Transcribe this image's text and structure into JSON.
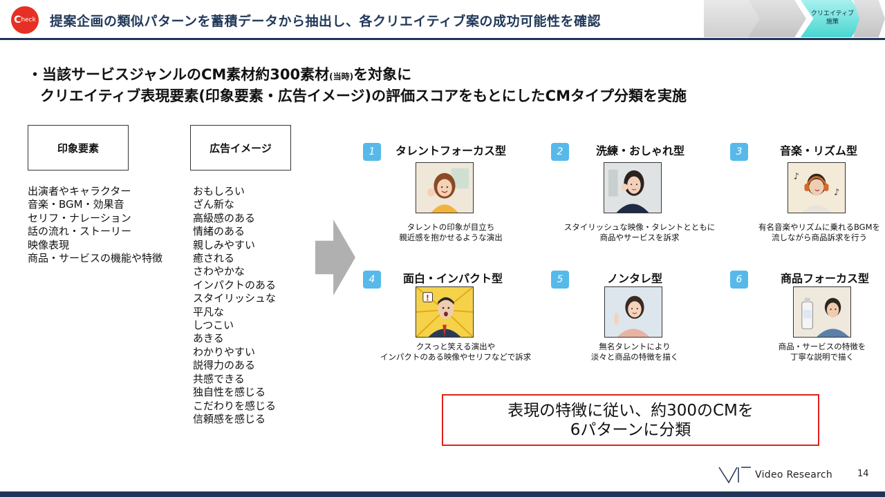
{
  "header": {
    "badge_big": "C",
    "badge_small": "heck",
    "title": "提案企画の類似パターンを蓄積データから抽出し、各クリエイティブ案の成功可能性を確認",
    "nav_label_line1": "クリエイティブ",
    "nav_label_line2": "施策",
    "accent_color": "#e63023",
    "navy_color": "#1f3458"
  },
  "bullets": {
    "line1_a": "・当該サービスジャンルのCM素材約300素材",
    "line1_sub": "(当時)",
    "line1_b": "を対象に",
    "line2": "クリエイティブ表現要素(印象要素・広告イメージ)の評価スコアをもとにしたCMタイプ分類を実施"
  },
  "impression": {
    "label": "印象要素",
    "items": [
      "出演者やキャラクター",
      "音楽・BGM・効果音",
      "セリフ・ナレーション",
      "話の流れ・ストーリー",
      "映像表現",
      "商品・サービスの機能や特徴"
    ]
  },
  "ad_image": {
    "label": "広告イメージ",
    "items": [
      "おもしろい",
      "ざん新な",
      "高級感のある",
      "情緒のある",
      "親しみやすい",
      "癒される",
      "さわやかな",
      "インパクトのある",
      "スタイリッシュな",
      "平凡な",
      "しつこい",
      "あきる",
      "わかりやすい",
      "説得力のある",
      "共感できる",
      "独自性を感じる",
      "こだわりを感じる",
      "信頼感を感じる"
    ]
  },
  "patterns": [
    {
      "num": "1",
      "title": "タレントフォーカス型",
      "desc1": "タレントの印象が目立ち",
      "desc2": "親近感を抱かせるような演出"
    },
    {
      "num": "2",
      "title": "洗練・おしゃれ型",
      "desc1": "スタイリッシュな映像・タレントとともに",
      "desc2": "商品やサービスを訴求"
    },
    {
      "num": "3",
      "title": "音楽・リズム型",
      "desc1": "有名音楽やリズムに乗れるBGMを",
      "desc2": "流しながら商品訴求を行う"
    },
    {
      "num": "4",
      "title": "面白・インパクト型",
      "desc1": "クスっと笑える演出や",
      "desc2": "インパクトのある映像やセリフなどで訴求"
    },
    {
      "num": "5",
      "title": "ノンタレ型",
      "desc1": "無名タレントにより",
      "desc2": "淡々と商品の特徴を描く"
    },
    {
      "num": "6",
      "title": "商品フォーカス型",
      "desc1": "商品・サービスの特徴を",
      "desc2": "丁寧な説明で描く"
    }
  ],
  "result": {
    "line1": "表現の特徴に従い、約300のCMを",
    "line2": "6パターンに分類"
  },
  "footer": {
    "brand": "Video Research",
    "page": "14"
  }
}
